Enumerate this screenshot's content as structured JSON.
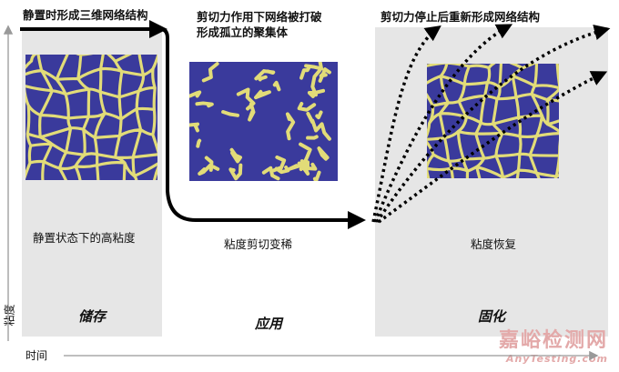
{
  "captions": {
    "static_network": "静置时形成三维网络结构",
    "shear_line1": "剪切力作用下网络被打破",
    "shear_line2": "形成孤立的聚集体",
    "rebuild": "剪切力停止后重新形成网络结构"
  },
  "panels": {
    "storage": {
      "label": "储存",
      "description": "静置状态下的高粘度"
    },
    "application": {
      "label": "应用",
      "description": "粘度剪切变稀"
    },
    "curing": {
      "label": "固化",
      "description": "粘度恢复"
    }
  },
  "axes": {
    "y_label": "粘度",
    "x_label": "时间"
  },
  "watermark": {
    "cn": "嘉峪检测网",
    "en": "AnyTesting.com"
  },
  "colors": {
    "network_bg": "#3a3a9c",
    "network_fiber": "#e2dc78",
    "panel_bg": "#e6e6e6",
    "arrow": "#000000"
  }
}
